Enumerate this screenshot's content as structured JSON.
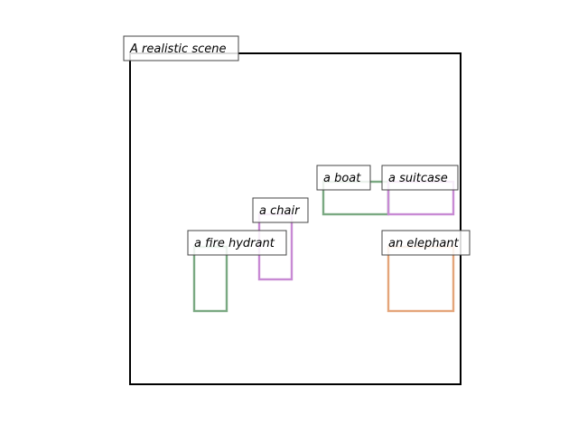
{
  "scene": {
    "title": "A realistic scene",
    "frame_color": "#000000",
    "objects": [
      {
        "label": "a boat",
        "color": "#7aa982"
      },
      {
        "label": "a suitcase",
        "color": "#c88ad4"
      },
      {
        "label": "a chair",
        "color": "#c88ad4"
      },
      {
        "label": "a fire hydrant",
        "color": "#7aa982"
      },
      {
        "label": "an elephant",
        "color": "#e4a57a"
      }
    ]
  }
}
